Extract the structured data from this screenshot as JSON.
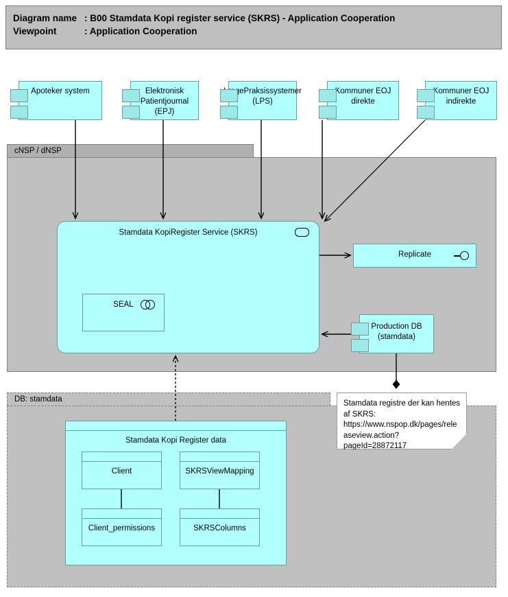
{
  "header": {
    "name_key": "Diagram name",
    "name_sep": ":",
    "name_value": "B00 Stamdata Kopi register service (SKRS) - Application Cooperation",
    "viewpoint_key": "Viewpoint",
    "viewpoint_sep": ":",
    "viewpoint_value": "Application Cooperation",
    "line1": "Diagram name : B00 Stamdata Kopi register service (SKRS) - Application Cooperation",
    "line2": "Viewpoint        : Application Cooperation"
  },
  "colors": {
    "element_fill": "#B2FFFF",
    "element_border": "#6F9A9A",
    "group_fill": "#C0C0C0",
    "group_tab_fill": "#B0B0B0",
    "group_border": "#808080",
    "header_fill": "#BFBFBF",
    "note_fill": "#FFFFFF",
    "connector": "#000000",
    "canvas": "#FFFFFF"
  },
  "consumers": [
    {
      "id": "apoteker",
      "label": "Apoteker system",
      "icon": "uml-component-icon"
    },
    {
      "id": "epj",
      "label": "Elektronisk Patientjournal (EPJ)",
      "icon": "uml-component-icon"
    },
    {
      "id": "lps",
      "label": "LægePraksissystemer (LPS)",
      "icon": "uml-component-icon"
    },
    {
      "id": "eoj-direkte",
      "label": "Kommuner EOJ direkte",
      "icon": "uml-component-icon"
    },
    {
      "id": "eoj-indirekte",
      "label": "Kommuner EOJ indirekte",
      "icon": "uml-component-icon"
    }
  ],
  "groups": {
    "nsp": {
      "label": "cNSP / dNSP",
      "border_style": "solid"
    },
    "db": {
      "label": "DB: stamdata",
      "border_style": "dashed"
    }
  },
  "skrs": {
    "label": "Stamdata KopiRegister Service (SKRS)",
    "icon": "application-component-icon"
  },
  "seal": {
    "label": "SEAL",
    "icon": "application-collaboration-icon"
  },
  "replicate": {
    "label": "Replicate",
    "icon": "application-interface-icon"
  },
  "production_db": {
    "label": "Production DB (stamdata)",
    "icon": "uml-component-icon"
  },
  "data_container": {
    "label": "Stamdata Kopi Register data"
  },
  "data_objects": [
    {
      "id": "client",
      "label": "Client"
    },
    {
      "id": "skrsviewmapping",
      "label": "SKRSViewMapping"
    },
    {
      "id": "client_permissions",
      "label": "Client_permissions"
    },
    {
      "id": "skrscolumns",
      "label": "SKRSColumns"
    }
  ],
  "note": {
    "text": "Stamdata registre der kan hentes af SKRS: https://www.nspop.dk/pages/releaseview.action?pageId=28872117",
    "connector": "filled-diamond"
  },
  "connections": [
    {
      "from": "apoteker",
      "to": "skrs",
      "style": "solid",
      "arrow": "open-arrow"
    },
    {
      "from": "epj",
      "to": "skrs",
      "style": "solid",
      "arrow": "open-arrow"
    },
    {
      "from": "lps",
      "to": "skrs",
      "style": "solid",
      "arrow": "open-arrow"
    },
    {
      "from": "eoj-direkte",
      "to": "skrs",
      "style": "solid",
      "arrow": "open-arrow"
    },
    {
      "from": "eoj-indirekte",
      "to": "skrs",
      "style": "solid",
      "arrow": "open-arrow"
    },
    {
      "from": "skrs",
      "to": "replicate",
      "style": "solid",
      "arrow": "open-arrow"
    },
    {
      "from": "production_db",
      "to": "skrs",
      "style": "solid",
      "arrow": "open-arrow"
    },
    {
      "from": "data_container",
      "to": "skrs",
      "style": "dashed",
      "arrow": "open-arrow"
    },
    {
      "from": "production_db",
      "to": "note",
      "style": "solid",
      "arrow": "filled-diamond"
    },
    {
      "from": "client",
      "to": "client_permissions",
      "style": "solid",
      "arrow": "none"
    },
    {
      "from": "skrsviewmapping",
      "to": "skrscolumns",
      "style": "solid",
      "arrow": "none"
    }
  ]
}
